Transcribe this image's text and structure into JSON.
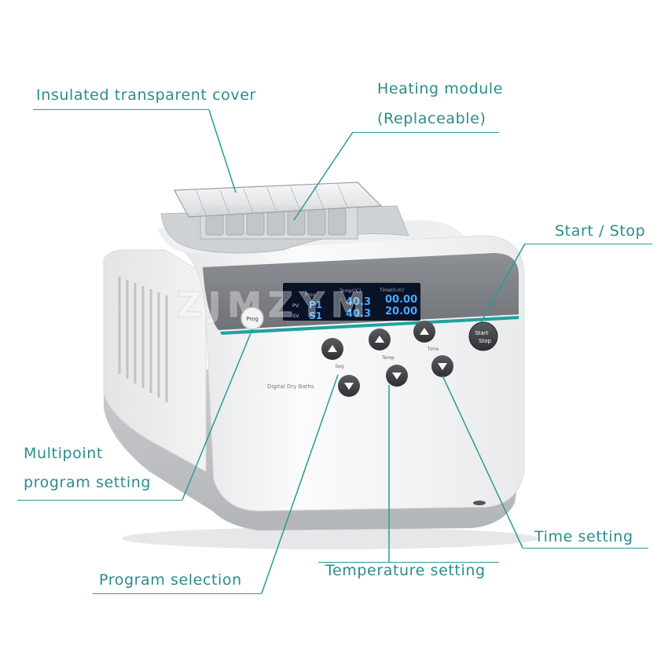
{
  "callouts": {
    "cover": "Insulated transparent cover",
    "module_line1": "Heating module",
    "module_line2": "(Replaceable)",
    "start_stop": "Start / Stop",
    "multipoint_line1": "Multipoint",
    "multipoint_line2": "program setting",
    "program_selection": "Program selection",
    "temperature_setting": "Temperature setting",
    "time_setting": "Time setting"
  },
  "device": {
    "model_label": "Digital Dry Baths",
    "brand_watermark": "ZJMZYM",
    "prog_button": "Prog",
    "start_button_line1": "Start",
    "start_button_line2": "Stop",
    "display": {
      "col_headers": [
        "Prog",
        "Temp(℃)",
        "Time(h:m)"
      ],
      "row_labels": [
        "PV",
        "SV"
      ],
      "prog_values": [
        "P1",
        "S1"
      ],
      "temp_values": [
        "40.3",
        "40.3"
      ],
      "time_values": [
        "00.00",
        "20.00"
      ]
    },
    "key_labels": {
      "seg": "Seg",
      "temp": "Temp",
      "time": "Time"
    }
  },
  "colors": {
    "callout_text": "#2a8c8c",
    "leader_line": "#2a9a9a",
    "display_bg": "#0a1226",
    "display_text": "#4aa8ff",
    "accent_stripe": "#1fa1a1",
    "body_white": "#f1f2f2",
    "base_grey": "#cfd1d3"
  }
}
